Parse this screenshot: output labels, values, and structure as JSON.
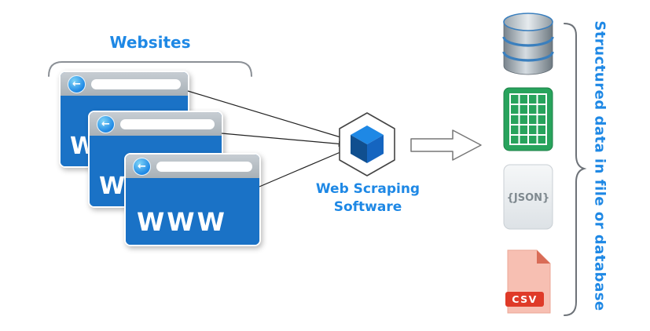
{
  "diagram": {
    "websites_label": "Websites",
    "www_text": "WWW",
    "scraper_label_line1": "Web Scraping",
    "scraper_label_line2": "Software",
    "output_label": "Structured data in file or database",
    "json_file_text": "{JSON}",
    "csv_file_text": "CSV",
    "back_arrow_glyph": "←"
  },
  "icons": {
    "back_arrow": "back-arrow-icon",
    "package_cube": "web-scraping-software-icon",
    "database": "database-icon",
    "spreadsheet": "spreadsheet-icon",
    "json_file": "json-file-icon",
    "csv_file": "csv-file-icon",
    "big_arrow": "flow-arrow-icon"
  },
  "colors": {
    "accent_blue": "#1e88e5",
    "browser_blue": "#1a72c6",
    "header_gray": "#b3b9bf",
    "cube_top_blue": "#1e88e5",
    "cube_left_blue": "#104f8f",
    "cube_right_blue": "#1565c0",
    "excel_green": "#28a35c",
    "excel_green_dark": "#1d8147",
    "csv_red": "#df3a28",
    "csv_paper": "#f7bfb2",
    "json_text_gray": "#7f898f",
    "db_ring_blue": "#3a7fbe",
    "line_black": "#222222",
    "bracket_gray": "#8b9096"
  }
}
